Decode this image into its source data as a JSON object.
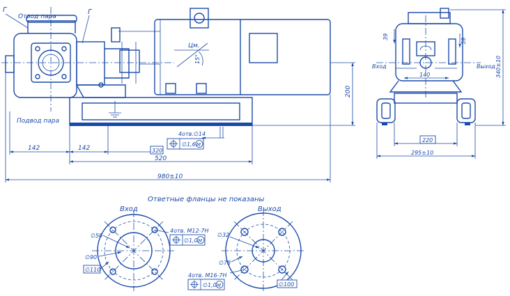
{
  "callouts": {
    "g_top": "Г",
    "g_mid": "Г",
    "steam_out": "Отвод пара",
    "steam_in": "Подвод пара",
    "shaft": "Цм.",
    "angle": "15°"
  },
  "dimensions": {
    "d142_left": "142",
    "d142_mid": "142",
    "d320": "320",
    "d520": "520",
    "d980": "980±10",
    "d200": "200",
    "d340": "340±10",
    "d220": "220",
    "d295": "295±10",
    "d140": "140",
    "d39": "39",
    "d59": "59",
    "holes_main": "4отв.∅14",
    "tol_main": "∅1,6",
    "tol_main_m": "М"
  },
  "side_labels": {
    "inlet": "Вход",
    "outlet": "Выход"
  },
  "flanges": {
    "note": "Ответные фланцы не показаны",
    "inlet_title": "Вход",
    "outlet_title": "Выход",
    "inlet": {
      "d50": "∅50",
      "d90": "∅90",
      "d110": "∅110",
      "holes": "4отв. М12-7Н",
      "tol": "∅1,0",
      "tol_m": "М"
    },
    "outlet": {
      "d32": "∅32",
      "d78": "∅78",
      "d100": "∅100",
      "holes": "4отв. М16-7Н",
      "tol": "∅1,0",
      "tol_m": "М"
    }
  }
}
